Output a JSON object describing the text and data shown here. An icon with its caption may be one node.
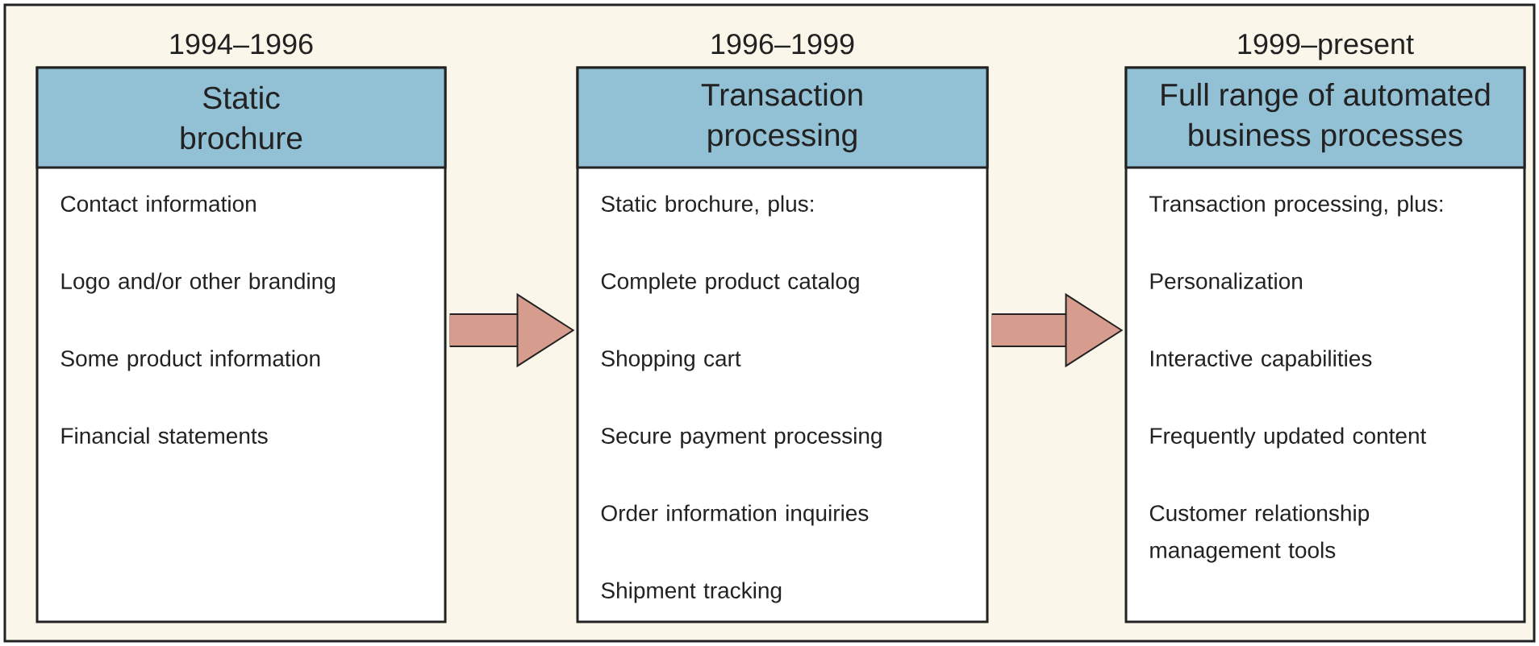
{
  "diagram": {
    "nodes": [
      {
        "text": [
          "1994–1996",
          "Static brochure",
          "Contact information",
          "Logo and/or other branding",
          "Some product information",
          "Financial statements"
        ]
      },
      {
        "text": [
          "1996–1999",
          "Transaction processing",
          "Static brochure, plus:",
          "Complete product catalog",
          "Shopping cart",
          "Secure payment processing",
          "Order information inquiries",
          "Shipment tracking"
        ]
      },
      {
        "text": [
          "1999–present",
          "Full range of automated business processes",
          "Transaction processing, plus:",
          "Personalization",
          "Interactive capabilities",
          "Frequently updated content",
          "Customer relationship management tools"
        ]
      }
    ],
    "edges": [
      {
        "from": 0,
        "to": 1,
        "arrow": "to"
      },
      {
        "from": 1,
        "to": 2,
        "arrow": "to"
      }
    ]
  }
}
